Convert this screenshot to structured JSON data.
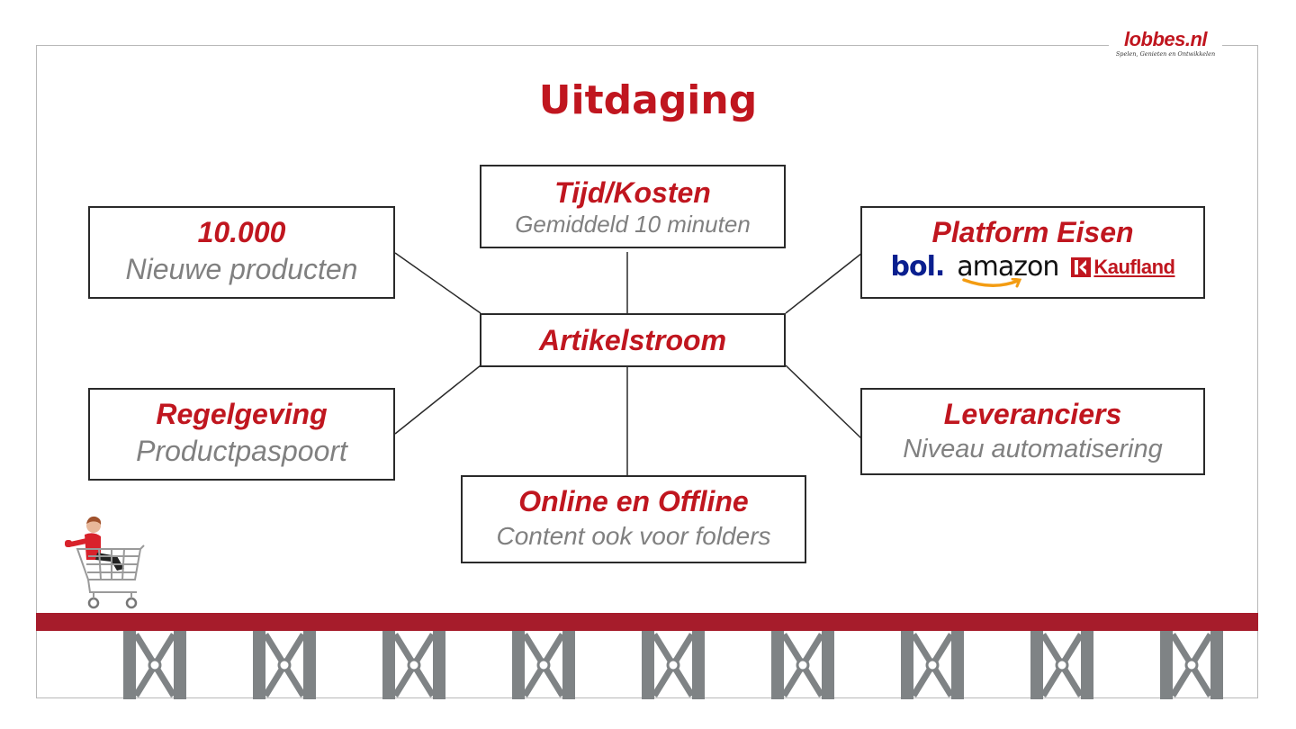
{
  "logo": {
    "name": "lobbes.nl",
    "tagline": "Spelen, Genieten en Ontwikkelen"
  },
  "title": "Uitdaging",
  "center": {
    "label": "Artikelstroom"
  },
  "nodes": {
    "top": {
      "heading": "Tijd/Kosten",
      "sub": "Gemiddeld 10 minuten"
    },
    "top_left": {
      "heading": "10.000",
      "sub": "Nieuwe producten"
    },
    "top_right": {
      "heading": "Platform Eisen"
    },
    "bottom_left": {
      "heading": "Regelgeving",
      "sub": "Productpaspoort"
    },
    "bottom_right": {
      "heading": "Leveranciers",
      "sub": "Niveau automatisering"
    },
    "bottom": {
      "heading": "Online en Offline",
      "sub": "Content ook voor folders"
    }
  },
  "platform_logos": {
    "bol": "bol.",
    "amazon": "amazon",
    "kaufland": "Kaufland"
  },
  "colors": {
    "accent": "#c0161f",
    "subtext": "#808080",
    "rail": "#a61c2b",
    "truss": "#7f8385",
    "border": "#2a2a2a"
  },
  "illustration": {
    "icon": "child-in-shopping-cart-icon"
  }
}
